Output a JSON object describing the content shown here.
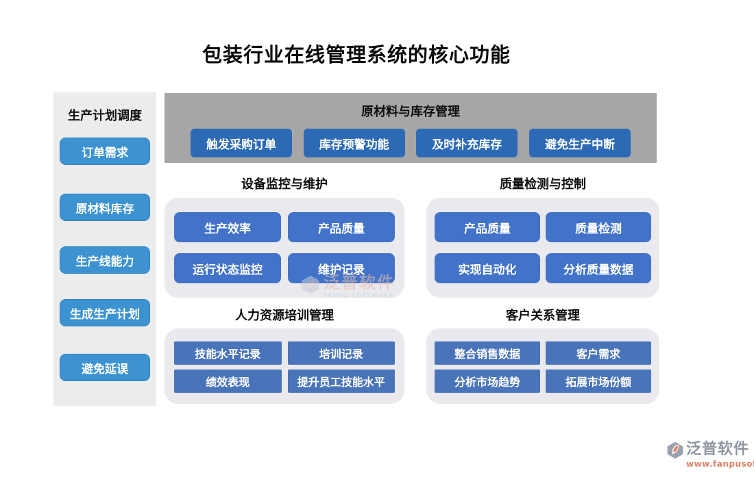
{
  "title": "包装行业在线管理系统的核心功能",
  "sidebar": {
    "title": "生产计划调度",
    "items": [
      {
        "label": "订单需求"
      },
      {
        "label": "原材料库存"
      },
      {
        "label": "生产线能力"
      },
      {
        "label": "生成生产计划"
      },
      {
        "label": "避免延误"
      }
    ]
  },
  "band": {
    "title": "原材料与库存管理",
    "items": [
      {
        "label": "触发采购订单"
      },
      {
        "label": "库存预警功能"
      },
      {
        "label": "及时补充库存"
      },
      {
        "label": "避免生产中断"
      }
    ]
  },
  "sections": [
    {
      "title": "设备监控与维护",
      "items": [
        {
          "label": "生产效率"
        },
        {
          "label": "产品质量"
        },
        {
          "label": "运行状态监控"
        },
        {
          "label": "维护记录"
        }
      ]
    },
    {
      "title": "质量检测与控制",
      "items": [
        {
          "label": "产品质量"
        },
        {
          "label": "质量检测"
        },
        {
          "label": "实现自动化"
        },
        {
          "label": "分析质量数据"
        }
      ]
    },
    {
      "title": "人力资源培训管理",
      "items": [
        {
          "label": "技能水平记录"
        },
        {
          "label": "培训记录"
        },
        {
          "label": "绩效表现"
        },
        {
          "label": "提升员工技能水平"
        }
      ]
    },
    {
      "title": "客户关系管理",
      "items": [
        {
          "label": "整合销售数据"
        },
        {
          "label": "客户需求"
        },
        {
          "label": "分析市场趋势"
        },
        {
          "label": "拓展市场份额"
        }
      ]
    }
  ],
  "watermark": {
    "name": "泛普软件",
    "sub": "FANPU SOFTWARE"
  },
  "logo": {
    "name": "泛普软件",
    "url": "www.fanpusoft.com"
  },
  "colors": {
    "sidebar_bg": "#ececec",
    "band_bg": "#a6a6a6",
    "card_bg": "#e9e9ee",
    "sidebar_button": "#3d93d2",
    "band_button": "#2d6ab6",
    "card_button": "#4273c9",
    "card_button_square": "#4a74ba",
    "logo_text": "#8f959f",
    "logo_url": "#e0836a"
  }
}
